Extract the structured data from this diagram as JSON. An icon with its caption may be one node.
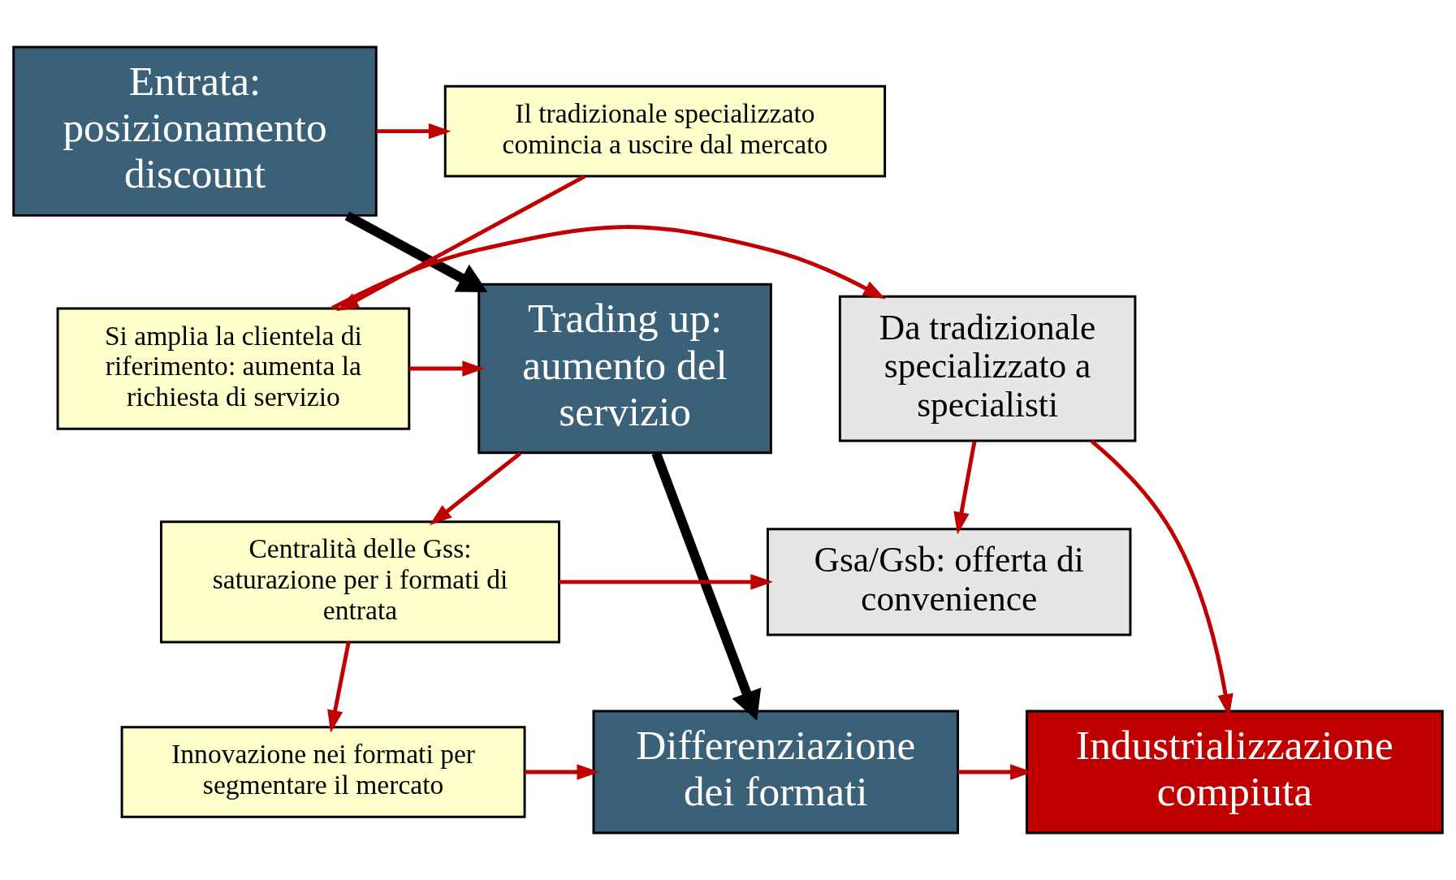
{
  "diagram": {
    "nodes": [
      {
        "text": [
          "Entrata: posizionamento discount"
        ]
      },
      {
        "text": [
          "Il tradizionale specializzato comincia a uscire dal mercato"
        ]
      },
      {
        "text": [
          "Trading up: aumento del servizio"
        ]
      },
      {
        "text": [
          "Si amplia la clientela di riferimento: aumenta la richiesta di servizio"
        ]
      },
      {
        "text": [
          "Da tradizionale specializzato a specialisti"
        ]
      },
      {
        "text": [
          "Centralità delle Gss: saturazione per i formati di entrata"
        ]
      },
      {
        "text": [
          "Gsa/Gsb: offerta di convenience"
        ]
      },
      {
        "text": [
          "Differenziazione dei formati"
        ]
      },
      {
        "text": [
          "Innovazione nei formati per segmentare il mercato"
        ]
      },
      {
        "text": [
          "Industrializzazione compiuta"
        ]
      }
    ],
    "edges": [
      {
        "from": 0,
        "to": 1,
        "arrow": "to"
      },
      {
        "from": 1,
        "to": 3,
        "arrow": "to"
      },
      {
        "from": 0,
        "to": 2,
        "arrow": "to",
        "style": "thick",
        "color": "#000000"
      },
      {
        "from": 3,
        "to": 2,
        "arrow": "to"
      },
      {
        "from": 3,
        "to": 4,
        "arrow": "to"
      },
      {
        "from": 2,
        "to": 5,
        "arrow": "to"
      },
      {
        "from": 4,
        "to": 6,
        "arrow": "to"
      },
      {
        "from": 4,
        "to": 9,
        "arrow": "to"
      },
      {
        "from": 5,
        "to": 6,
        "arrow": "to"
      },
      {
        "from": 5,
        "to": 8,
        "arrow": "to"
      },
      {
        "from": 2,
        "to": 7,
        "arrow": "to",
        "style": "thick",
        "color": "#000000"
      },
      {
        "from": 8,
        "to": 7,
        "arrow": "to"
      },
      {
        "from": 7,
        "to": 9,
        "arrow": "to"
      }
    ]
  }
}
